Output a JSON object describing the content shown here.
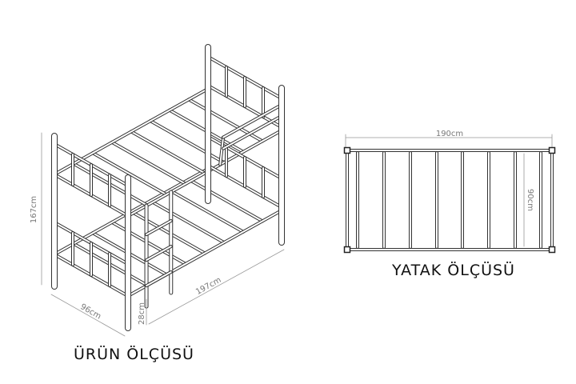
{
  "product_view": {
    "title": "ÜRÜN ÖLÇÜSÜ",
    "dimensions": {
      "height": "167cm",
      "width": "96cm",
      "length": "197cm",
      "clearance": "28cm"
    }
  },
  "mattress_view": {
    "title": "YATAK ÖLÇÜSÜ",
    "dimensions": {
      "length": "190cm",
      "width": "90cm"
    }
  },
  "colors": {
    "line": "#333333",
    "dimension": "#888888"
  }
}
